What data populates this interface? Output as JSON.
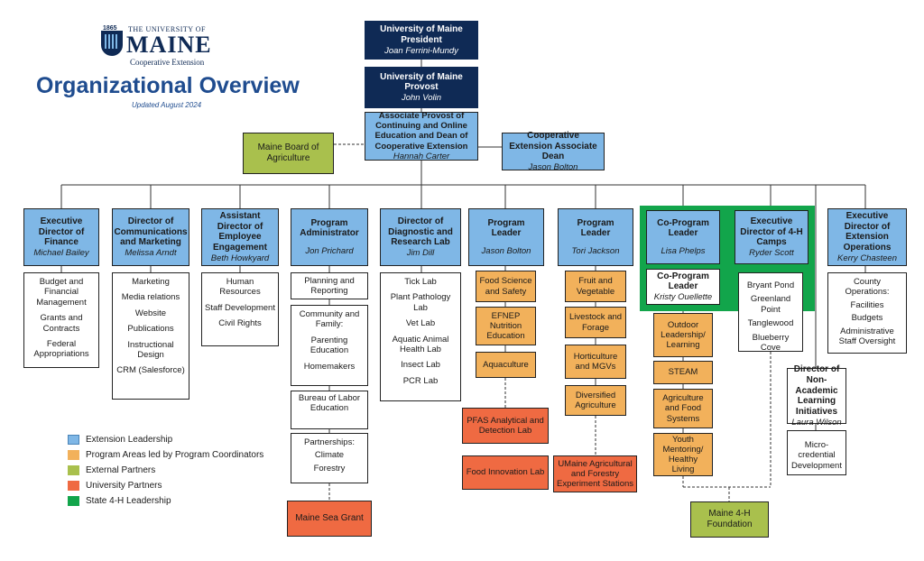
{
  "logo": {
    "year": "1865",
    "line1": "THE UNIVERSITY OF",
    "line2": "MAINE",
    "line3": "Cooperative Extension"
  },
  "title": "Organizational Overview",
  "updated": "Updated August 2024",
  "top": [
    {
      "title": "University of Maine President",
      "name": "Joan Ferrini-Mundy"
    },
    {
      "title": "University of Maine Provost",
      "name": "John Volin"
    },
    {
      "title": "Associate Provost of Continuing and Online Education and Dean of Cooperative Extension",
      "name": "Hannah Carter"
    }
  ],
  "board": "Maine Board of Agriculture",
  "assoc_dean": {
    "title": "Cooperative Extension Associate Dean",
    "name": "Jason Bolton"
  },
  "units": [
    {
      "title": "Executive Director of Finance",
      "name": "Michael Bailey",
      "items": [
        "Budget and Financial Management",
        "Grants and Contracts",
        "Federal Appropriations"
      ]
    },
    {
      "title": "Director of Communications and Marketing",
      "name": "Melissa Arndt",
      "items": [
        "Marketing",
        "Media relations",
        "Website",
        "Publications",
        "Instructional Design",
        "CRM (Salesforce)"
      ]
    },
    {
      "title": "Assistant Director of Employee Engagement",
      "name": "Beth Howkyard",
      "items": [
        "Human Resources",
        "Staff Development",
        "Civil Rights"
      ]
    },
    {
      "title": "Program Administrator",
      "name": "Jon Prichard",
      "items": [
        "Planning and Reporting",
        "Community and Family:",
        "Parenting Education",
        "Homemakers",
        "Bureau of Labor Education",
        "Partnerships:",
        "Climate",
        "Forestry"
      ]
    },
    {
      "title": "Director of Diagnostic and Research Lab",
      "name": "Jim Dill",
      "items": [
        "Tick Lab",
        "Plant Pathology Lab",
        "Vet Lab",
        "Aquatic Animal Health Lab",
        "Insect Lab",
        "PCR Lab"
      ]
    },
    {
      "title": "Program Leader",
      "name": "Jason Bolton",
      "items": [
        "Food Science and Safety",
        "EFNEP Nutrition Education",
        "Aquaculture"
      ]
    },
    {
      "title": "Program Leader",
      "name": "Tori Jackson",
      "items": [
        "Fruit and Vegetable",
        "Livestock and Forage",
        "Horticulture and MGVs",
        "Diversified Agriculture"
      ]
    },
    {
      "title": "Co-Program Leader",
      "name": "Lisa Phelps",
      "items": []
    },
    {
      "title": "Executive Director of 4-H Camps",
      "name": "Ryder Scott",
      "items": [
        "Bryant Pond",
        "Greenland Point",
        "Tanglewood",
        "Blueberry Cove"
      ]
    },
    {
      "title": "Executive Director of Extension Operations",
      "name": "Kerry Chasteen",
      "items": [
        "County Operations:",
        "Facilities",
        "Budgets",
        "Administrative Staff Oversight"
      ]
    }
  ],
  "co_leader": {
    "title": "Co-Program Leader",
    "name": "Kristy Ouellette"
  },
  "youth_items": [
    "Outdoor Leadership/ Learning",
    "STEAM",
    "Agriculture and Food Systems",
    "Youth Mentoring/ Healthy Living"
  ],
  "nonacademic": {
    "title": "Director of Non-Academic Learning Initiatives",
    "name": "Laura Wilson",
    "items": [
      "Micro-credential Development"
    ]
  },
  "partners": {
    "sea_grant": "Maine Sea Grant",
    "pfas": "PFAS Analytical and Detection Lab",
    "food_innovation": "Food Innovation Lab",
    "ag_stations": "UMaine Agricultural and Forestry Experiment Stations",
    "foundation": "Maine 4-H Foundation"
  },
  "legend": [
    {
      "label": "Extension Leadership",
      "color": "#7fb7e6"
    },
    {
      "label": "Program Areas led by Program Coordinators",
      "color": "#f2b15b"
    },
    {
      "label": "External Partners",
      "color": "#a9c04d"
    },
    {
      "label": "University Partners",
      "color": "#ef6a42"
    },
    {
      "label": "State 4-H Leadership",
      "color": "#12a54b"
    }
  ]
}
